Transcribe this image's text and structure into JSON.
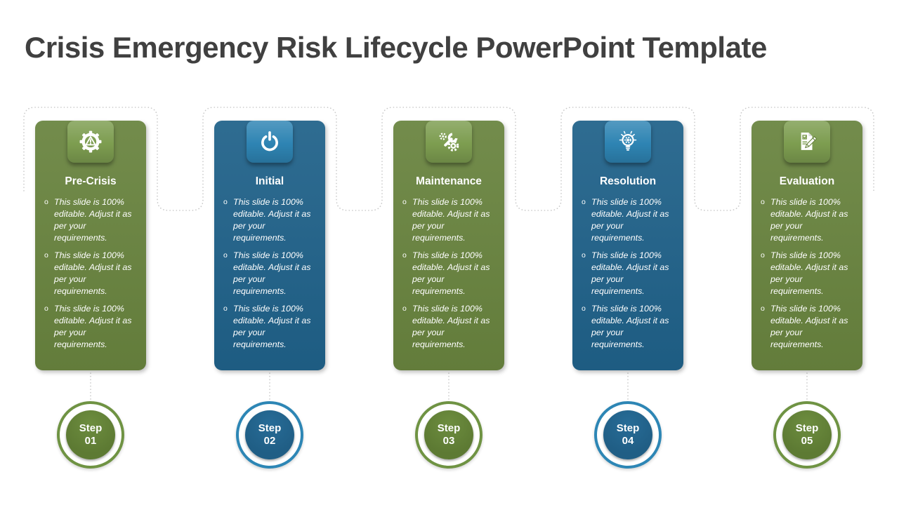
{
  "slide": {
    "title": "Crisis Emergency Risk Lifecycle PowerPoint Template"
  },
  "bullet_marker": "o",
  "colors": {
    "title_text": "#404040",
    "connector": "#c9c9c9",
    "green_card": "#68833e",
    "green_tab": "#7d9d50",
    "green_ring": "#6f9343",
    "green_inner": "#5d7a33",
    "green_inner_hi": "#6d8d3f",
    "blue_card": "#1f6189",
    "blue_tab": "#2e84b3",
    "blue_ring": "#2d86b5",
    "blue_inner": "#205e85",
    "blue_inner_hi": "#276c97",
    "card_text": "#ffffff"
  },
  "cards": [
    {
      "title": "Pre-Crisis",
      "theme": "green",
      "icon": "gear-warning-icon",
      "bullets": [
        "This slide is 100% editable. Adjust it as per your requirements.",
        "This slide is 100% editable. Adjust it as per your requirements.",
        "This slide is 100% editable. Adjust it as per your requirements."
      ],
      "step": {
        "label": "Step",
        "number": "01"
      }
    },
    {
      "title": "Initial",
      "theme": "blue",
      "icon": "power-icon",
      "bullets": [
        "This slide is 100% editable. Adjust it as per your requirements.",
        "This slide is 100% editable. Adjust it as per your requirements.",
        "This slide is 100% editable. Adjust it as per your requirements."
      ],
      "step": {
        "label": "Step",
        "number": "02"
      }
    },
    {
      "title": "Maintenance",
      "theme": "green",
      "icon": "tools-icon",
      "bullets": [
        "This slide is 100% editable. Adjust it as per your requirements.",
        "This slide is 100% editable. Adjust it as per your requirements.",
        "This slide is 100% editable. Adjust it as per your requirements."
      ],
      "step": {
        "label": "Step",
        "number": "03"
      }
    },
    {
      "title": "Resolution",
      "theme": "blue",
      "icon": "lightbulb-gear-icon",
      "bullets": [
        "This slide is 100% editable. Adjust it as per your requirements.",
        "This slide is 100% editable. Adjust it as per your requirements.",
        "This slide is 100% editable. Adjust it as per your requirements."
      ],
      "step": {
        "label": "Step",
        "number": "04"
      }
    },
    {
      "title": "Evaluation",
      "theme": "green",
      "icon": "checklist-pencil-icon",
      "bullets": [
        "This slide is 100% editable. Adjust it as per your requirements.",
        "This slide is 100% editable. Adjust it as per your requirements.",
        "This slide is 100% editable. Adjust it as per your requirements."
      ],
      "step": {
        "label": "Step",
        "number": "05"
      }
    }
  ]
}
